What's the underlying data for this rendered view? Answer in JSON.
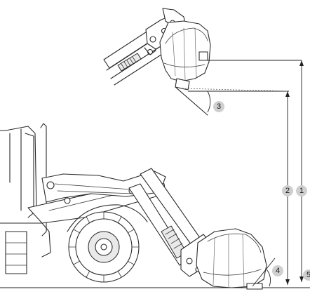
{
  "callouts": {
    "c1": "1",
    "c2": "2",
    "c3": "3",
    "c4": "4",
    "c5": "5"
  },
  "colors": {
    "line": "#2a2a2a",
    "callout_fill": "#cfcfcf",
    "background": "#ffffff"
  },
  "icons": {
    "tractor": "tractor-illustration",
    "loader": "front-loader-illustration",
    "bucket": "loader-bucket"
  }
}
